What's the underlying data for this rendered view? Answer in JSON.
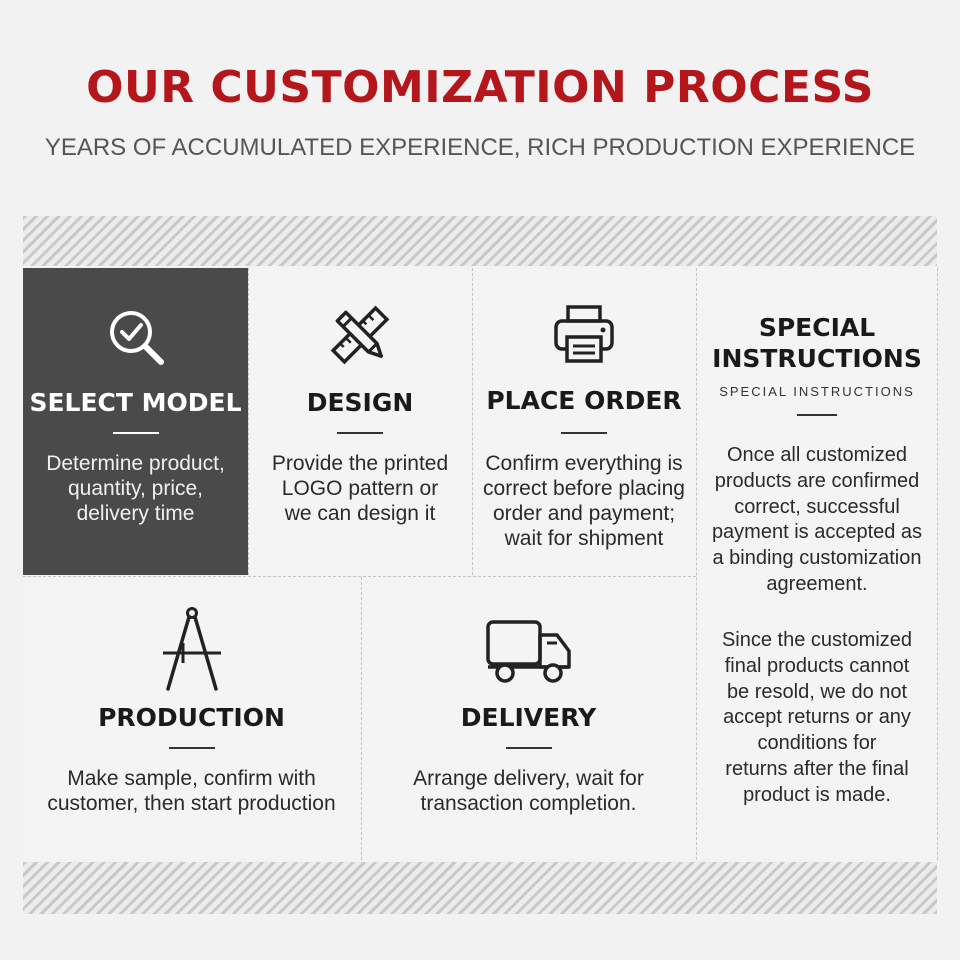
{
  "header": {
    "title": "OUR CUSTOMIZATION PROCESS",
    "subtitle": "YEARS OF ACCUMULATED EXPERIENCE, RICH PRODUCTION EXPERIENCE"
  },
  "steps": [
    {
      "title": "SELECT MODEL",
      "icon": "magnifier-check-icon",
      "lines": [
        "Determine product,",
        "quantity, price,",
        "delivery time"
      ]
    },
    {
      "title": "DESIGN",
      "icon": "ruler-pencil-icon",
      "lines": [
        "Provide the printed",
        "LOGO pattern or",
        "we can design it"
      ]
    },
    {
      "title": "PLACE ORDER",
      "icon": "printer-icon",
      "lines": [
        "Confirm everything is",
        "correct before placing",
        "order and payment;",
        "wait for shipment"
      ]
    },
    {
      "title": "PRODUCTION",
      "icon": "compass-icon",
      "lines": [
        "Make sample, confirm with",
        "customer, then start production"
      ]
    },
    {
      "title": "DELIVERY",
      "icon": "delivery-truck-icon",
      "lines": [
        "Arrange delivery, wait for",
        "transaction completion."
      ]
    }
  ],
  "special": {
    "title_line1": "SPECIAL",
    "title_line2": "INSTRUCTIONS",
    "subtitle": "SPECIAL INSTRUCTIONS",
    "paragraph1": [
      "Once all customized",
      "products are confirmed",
      "correct, successful",
      "payment is accepted as",
      "a binding customization",
      "agreement."
    ],
    "paragraph2": [
      "Since the customized",
      "final products cannot",
      "be resold, we do not",
      "accept returns or any",
      "conditions for",
      "returns after the final",
      "product is made."
    ]
  }
}
